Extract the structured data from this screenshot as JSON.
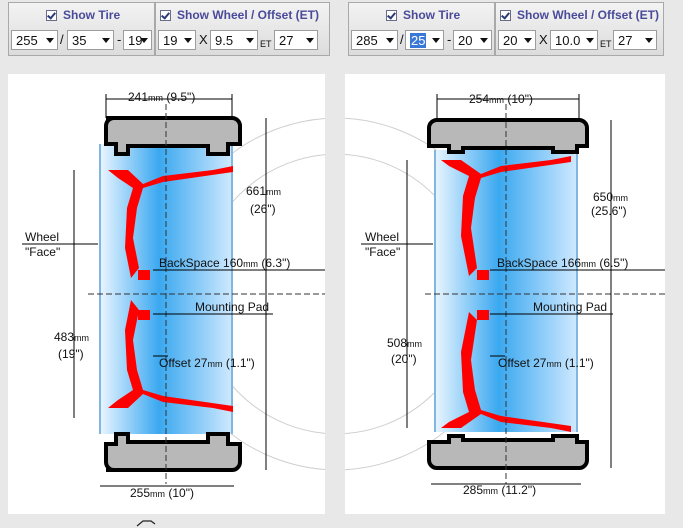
{
  "panels": [
    {
      "show_tire_label": "Show Tire",
      "show_wheel_label": "Show Wheel / Offset (ET)",
      "tire": {
        "width": "255",
        "sep1": "/",
        "aspect": "35",
        "sep2": "-",
        "rim": "19"
      },
      "wheel": {
        "diameter": "19",
        "x": "X",
        "width": "9.5",
        "et_label": "ET",
        "offset": "27"
      },
      "dims": {
        "wheel_width": "241",
        "wheel_width_in": "(9.5\")",
        "tire_height": "661",
        "tire_height_in": "(26\")",
        "wheel_face": "Wheel",
        "wheel_face2": "\"Face\"",
        "backspace": "BackSpace 160",
        "backspace_in": "(6.3\")",
        "mounting_pad": "Mounting Pad",
        "rim_dia": "483",
        "rim_dia_in": "(19\")",
        "offset": "Offset 27",
        "offset_in": "(1.1\")",
        "tire_width": "255",
        "tire_width_in": "(10\")",
        "mm": "mm"
      }
    },
    {
      "show_tire_label": "Show Tire",
      "show_wheel_label": "Show Wheel / Offset (ET)",
      "tire": {
        "width": "285",
        "sep1": "/",
        "aspect": "25",
        "sep2": "-",
        "rim": "20"
      },
      "wheel": {
        "diameter": "20",
        "x": "X",
        "width": "10.0",
        "et_label": "ET",
        "offset": "27"
      },
      "dims": {
        "wheel_width": "254",
        "wheel_width_in": "(10\")",
        "tire_height": "650",
        "tire_height_in": "(25.6\")",
        "wheel_face": "Wheel",
        "wheel_face2": "\"Face\"",
        "backspace": "BackSpace 166",
        "backspace_in": "(6.5\")",
        "mounting_pad": "Mounting Pad",
        "rim_dia": "508",
        "rim_dia_in": "(20\")",
        "offset": "Offset 27",
        "offset_in": "(1.1\")",
        "tire_width": "285",
        "tire_width_in": "(11.2\")",
        "mm": "mm"
      }
    }
  ],
  "icons": {
    "checkbox": "checkbox-checked-icon",
    "dropdown": "chevron-down-icon",
    "cursor": "pointer-cursor-icon"
  },
  "colors": {
    "header_text": "#4a4a9a",
    "rim_red": "#ff0000",
    "barrel_blue": "#3aa8f0",
    "tire_gray": "#b8b8b8"
  }
}
